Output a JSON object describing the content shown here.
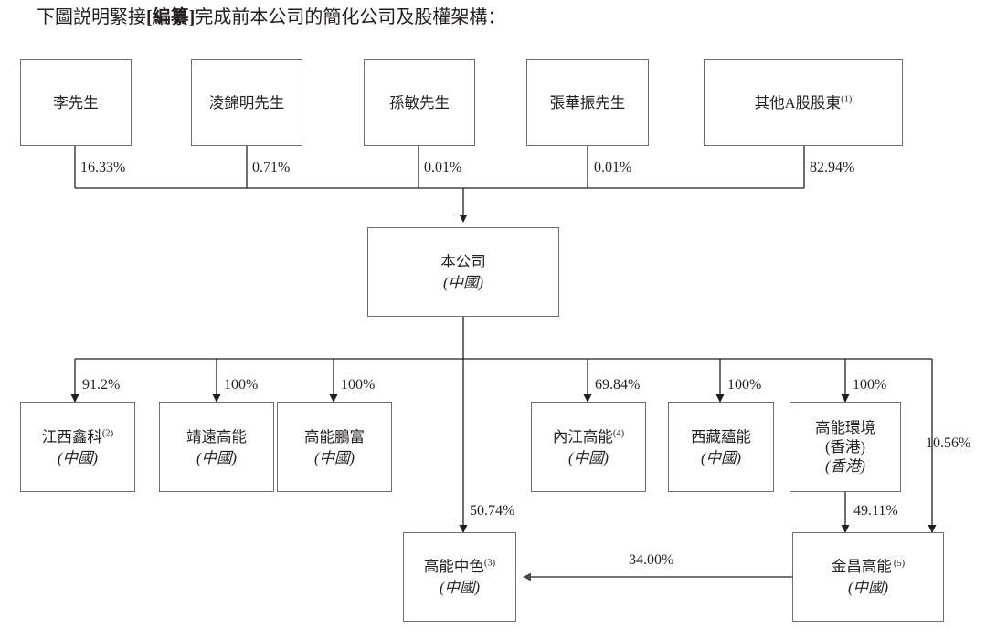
{
  "title": {
    "before": "下圖説明緊接",
    "bold": "[編纂]",
    "after": "完成前本公司的簡化公司及股權架構："
  },
  "diagram": {
    "type": "org-ownership-chart",
    "shareholders": [
      {
        "id": "li",
        "name": "李先生",
        "stake": "16.33%"
      },
      {
        "id": "ling",
        "name": "淩錦明先生",
        "stake": "0.71%"
      },
      {
        "id": "sun",
        "name": "孫敏先生",
        "stake": "0.01%"
      },
      {
        "id": "zhang",
        "name": "張華振先生",
        "stake": "0.01%"
      },
      {
        "id": "other-a",
        "name": "其他A股股東",
        "note": "(1)",
        "stake": "82.94%"
      }
    ],
    "company": {
      "id": "company",
      "name": "本公司",
      "place": "(中國)"
    },
    "subsidiaries": [
      {
        "id": "jiangxi-xinke",
        "name": "江西鑫科",
        "note": "(2)",
        "place": "(中國)",
        "stake": "91.2%"
      },
      {
        "id": "jingyuan-gaoneng",
        "name": "靖遠高能",
        "note": "",
        "place": "(中國)",
        "stake": "100%"
      },
      {
        "id": "gaoneng-pengfu",
        "name": "高能鵬富",
        "note": "",
        "place": "(中國)",
        "stake": "100%"
      },
      {
        "id": "neijiang-gaoneng",
        "name": "內江高能",
        "note": "(4)",
        "place": "(中國)",
        "stake": "69.84%"
      },
      {
        "id": "xizang-yunneng",
        "name": "西藏蘊能",
        "note": "",
        "place": "(中國)",
        "stake": "100%"
      },
      {
        "id": "gaoneng-huanjing",
        "name": "高能環境",
        "note": "",
        "place2": "(香港)",
        "place": "(香港)",
        "stake": "100%"
      }
    ],
    "bottom": [
      {
        "id": "gaoneng-zhongse",
        "name": "高能中色",
        "note": "(3)",
        "place": "(中國)"
      },
      {
        "id": "jinchang-gaoneng",
        "name": "金昌高能",
        "note": "(5)",
        "place": "(中國)"
      }
    ],
    "edges": {
      "company_to_zhongse": "50.74%",
      "company_to_jinchang": "10.56%",
      "huanjing_to_jinchang": "49.11%",
      "jinchang_to_zhongse": "34.00%"
    }
  },
  "colors": {
    "box_border": "#6d6e70",
    "line": "#231f20",
    "text": "#231f20",
    "background": "#ffffff"
  }
}
